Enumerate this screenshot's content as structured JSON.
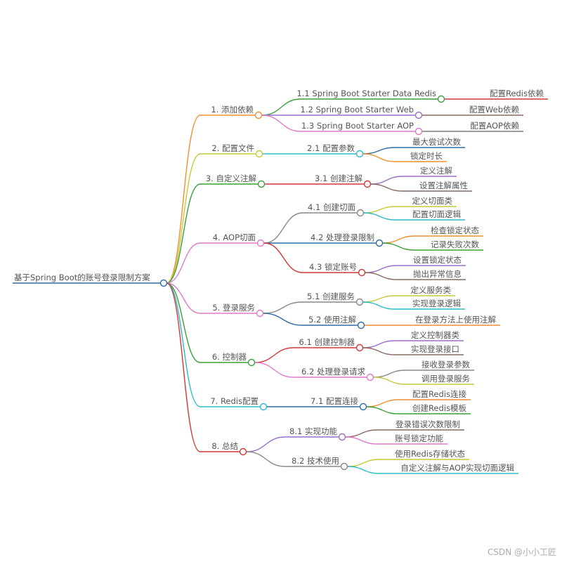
{
  "root": {
    "label": "基于Spring Boot的账号登录限制方案",
    "color": "#2f6ea5"
  },
  "branches": [
    {
      "label": "1. 添加依赖",
      "color": "#f0902f",
      "children": [
        {
          "label": "1.1 Spring Boot Starter Data Redis",
          "color": "#3aa03a",
          "leaves": [
            {
              "label": "配置Redis依赖",
              "color": "#d03838"
            }
          ]
        },
        {
          "label": "1.2 Spring Boot Starter Web",
          "color": "#9b6fc8",
          "leaves": [
            {
              "label": "配置Web依赖",
              "color": "#8a6a62"
            }
          ]
        },
        {
          "label": "1.3 Spring Boot Starter AOP",
          "color": "#e07ac8",
          "leaves": [
            {
              "label": "配置AOP依赖",
              "color": "#7a7a7a"
            }
          ]
        }
      ]
    },
    {
      "label": "2. 配置文件",
      "color": "#c8c83a",
      "children": [
        {
          "label": "2.1 配置参数",
          "color": "#30b8c8",
          "leaves": [
            {
              "label": "最大尝试次数",
              "color": "#2f6ea5"
            },
            {
              "label": "锁定时长",
              "color": "#f0902f"
            }
          ]
        }
      ]
    },
    {
      "label": "3. 自定义注解",
      "color": "#3aa03a",
      "children": [
        {
          "label": "3.1 创建注解",
          "color": "#d03838",
          "leaves": [
            {
              "label": "定义注解",
              "color": "#9b6fc8"
            },
            {
              "label": "设置注解属性",
              "color": "#8a6a62"
            }
          ]
        }
      ]
    },
    {
      "label": "4. AOP切面",
      "color": "#e07ac8",
      "children": [
        {
          "label": "4.1 创建切面",
          "color": "#888888",
          "leaves": [
            {
              "label": "定义切面类",
              "color": "#c8c83a"
            },
            {
              "label": "配置切面逻辑",
              "color": "#30b8c8"
            }
          ]
        },
        {
          "label": "4.2 处理登录限制",
          "color": "#2f6ea5",
          "leaves": [
            {
              "label": "检查锁定状态",
              "color": "#f0902f"
            },
            {
              "label": "记录失败次数",
              "color": "#3aa03a"
            }
          ]
        },
        {
          "label": "4.3 锁定账号",
          "color": "#d03838",
          "leaves": [
            {
              "label": "设置锁定状态",
              "color": "#9b6fc8"
            },
            {
              "label": "抛出异常信息",
              "color": "#8a6a62"
            }
          ]
        }
      ]
    },
    {
      "label": "5. 登录服务",
      "color": "#e07ac8",
      "children": [
        {
          "label": "5.1 创建服务",
          "color": "#888888",
          "leaves": [
            {
              "label": "定义服务类",
              "color": "#c8c83a"
            },
            {
              "label": "实现登录逻辑",
              "color": "#30b8c8"
            }
          ]
        },
        {
          "label": "5.2 使用注解",
          "color": "#2f6ea5",
          "leaves": [
            {
              "label": "在登录方法上使用注解",
              "color": "#f0902f"
            }
          ]
        }
      ]
    },
    {
      "label": "6. 控制器",
      "color": "#3aa03a",
      "children": [
        {
          "label": "6.1 创建控制器",
          "color": "#d03838",
          "leaves": [
            {
              "label": "定义控制器类",
              "color": "#9b6fc8"
            },
            {
              "label": "实现登录接口",
              "color": "#8a6a62"
            }
          ]
        },
        {
          "label": "6.2 处理登录请求",
          "color": "#e07ac8",
          "leaves": [
            {
              "label": "接收登录参数",
              "color": "#888888"
            },
            {
              "label": "调用登录服务",
              "color": "#c8c83a"
            }
          ]
        }
      ]
    },
    {
      "label": "7. Redis配置",
      "color": "#30b8c8",
      "children": [
        {
          "label": "7.1 配置连接",
          "color": "#2f6ea5",
          "leaves": [
            {
              "label": "配置Redis连接",
              "color": "#f0902f"
            },
            {
              "label": "创建Redis模板",
              "color": "#3aa03a"
            }
          ]
        }
      ]
    },
    {
      "label": "8. 总结",
      "color": "#d03838",
      "children": [
        {
          "label": "8.1 实现功能",
          "color": "#9b6fc8",
          "leaves": [
            {
              "label": "登录错误次数限制",
              "color": "#8a6a62"
            },
            {
              "label": "账号锁定功能",
              "color": "#e07ac8"
            }
          ]
        },
        {
          "label": "8.2 技术使用",
          "color": "#888888",
          "leaves": [
            {
              "label": "使用Redis存储状态",
              "color": "#c8c83a"
            },
            {
              "label": "自定义注解与AOP实现切面逻辑",
              "color": "#30b8c8"
            }
          ]
        }
      ]
    }
  ],
  "watermark": "CSDN @小小工匠"
}
